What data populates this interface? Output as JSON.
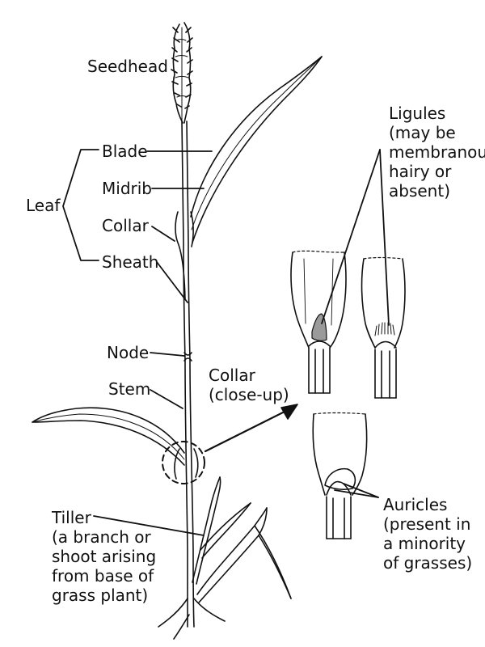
{
  "labels": {
    "seedhead": "Seedhead",
    "blade": "Blade",
    "midrib": "Midrib",
    "leaf": "Leaf",
    "collar": "Collar",
    "sheath": "Sheath",
    "node": "Node",
    "stem": "Stem",
    "collar_closeup": [
      "Collar",
      "(close-up)"
    ],
    "ligules": [
      "Ligules",
      "(may be",
      "membranous",
      "hairy or",
      "absent)"
    ],
    "tiller": [
      "Tiller",
      "(a branch or",
      "shoot arising",
      "from base of",
      "grass plant)"
    ],
    "auricles": [
      "Auricles",
      "(present in",
      "a minority",
      "of grasses)"
    ]
  },
  "colors": {
    "ink": "#111111",
    "background": "#ffffff"
  }
}
